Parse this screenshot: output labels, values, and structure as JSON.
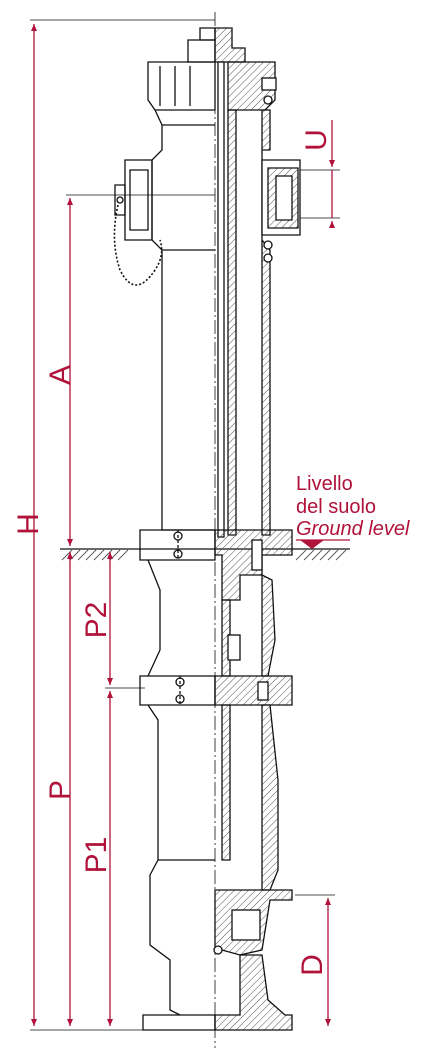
{
  "colors": {
    "dimension": "#b0123a",
    "outline": "#111111",
    "hatch": "#555555"
  },
  "labels": {
    "H": "H",
    "A": "A",
    "P": "P",
    "P1": "P1",
    "P2": "P2",
    "U": "U",
    "D": "D",
    "ground_it_1": "Livello",
    "ground_it_2": "del suolo",
    "ground_en": "Ground level"
  }
}
